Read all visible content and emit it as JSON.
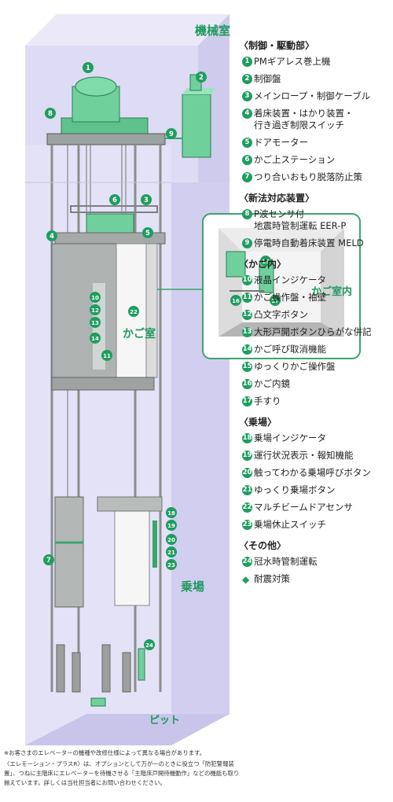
{
  "zones": {
    "machine_room": "機械室",
    "car": "かご室",
    "car_interior": "かご室内",
    "landing": "乗場",
    "pit": "ピット"
  },
  "legend": [
    {
      "title": "〈制御・駆動部〉",
      "items": [
        {
          "no": "1",
          "label": "PMギアレス巻上機"
        },
        {
          "no": "2",
          "label": "制御盤"
        },
        {
          "no": "3",
          "label": "メインロープ・制御ケーブル"
        },
        {
          "no": "4",
          "label": "着床装置・はかり装置・\n行き過ぎ制限スイッチ"
        },
        {
          "no": "5",
          "label": "ドアモーター"
        },
        {
          "no": "6",
          "label": "かご上ステーション"
        },
        {
          "no": "7",
          "label": "つり合いおもり脱落防止策"
        }
      ]
    },
    {
      "title": "〈新法対応装置〉",
      "items": [
        {
          "no": "8",
          "label": "P波センサ付\n地震時管制運転 EER-P"
        },
        {
          "no": "9",
          "label": "停電時自動着床装置 MELD"
        }
      ]
    },
    {
      "title": "〈かご内〉",
      "items": [
        {
          "no": "10",
          "label": "液晶インジケータ"
        },
        {
          "no": "11",
          "label": "かご操作盤・袖壁"
        },
        {
          "no": "12",
          "label": "凸文字ボタン"
        },
        {
          "no": "13",
          "label": "大形戸開ボタンひらがな併記"
        },
        {
          "no": "14",
          "label": "かご呼び取消機能"
        },
        {
          "no": "15",
          "label": "ゆっくりかご操作盤"
        },
        {
          "no": "16",
          "label": "かご内鏡"
        },
        {
          "no": "17",
          "label": "手すり"
        }
      ]
    },
    {
      "title": "〈乗場〉",
      "items": [
        {
          "no": "18",
          "label": "乗場インジケータ"
        },
        {
          "no": "19",
          "label": "運行状況表示・報知機能"
        },
        {
          "no": "20",
          "label": "触ってわかる乗場呼びボタン"
        },
        {
          "no": "21",
          "label": "ゆっくり乗場ボタン"
        },
        {
          "no": "22",
          "label": "マルチビームドアセンサ"
        },
        {
          "no": "23",
          "label": "乗場休止スイッチ"
        }
      ]
    },
    {
      "title": "〈その他〉",
      "items": [
        {
          "no": "24",
          "label": "冠水時管制運転"
        },
        {
          "no": "◆",
          "label": "耐震対策"
        }
      ]
    }
  ],
  "footnotes": [
    "※お客さまのエレベーターの機種や改修仕様によって異なる場合があります。",
    "〈エレモーション・プラスR〉は、オプションとして万が一のときに役立つ「防犯警報装置」、つねに主階床にエレベーターを待機させる「主階床戸開待機動作」などの機能も取り揃えています。詳しくは当社担当者にお問い合わせください。"
  ],
  "markers": [
    "1",
    "2",
    "3",
    "4",
    "5",
    "6",
    "7",
    "8",
    "9",
    "10",
    "11",
    "12",
    "13",
    "14",
    "15",
    "16",
    "17",
    "22",
    "18",
    "19",
    "20",
    "21",
    "23",
    "24"
  ],
  "colors": {
    "accent": "#1f9d5f",
    "shaft": "#d9d6f2",
    "shaft_edge": "#b9b3e3"
  }
}
